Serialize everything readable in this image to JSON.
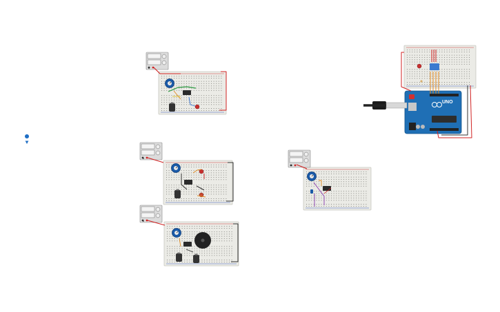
{
  "canvas": {
    "background": "#ffffff"
  },
  "colors": {
    "breadboard": "#ebebe6",
    "breadboard_border": "#c8c8c0",
    "rail_red": "#d04040",
    "rail_blue": "#4060c0",
    "hole": "#8a8a85",
    "wire_red": "#d02020",
    "wire_black": "#303030",
    "wire_orange": "#e08a20",
    "wire_green": "#2a9a40",
    "wire_purple": "#8a3ab0",
    "wire_yellow": "#e0c020",
    "wire_blue": "#3070d0",
    "arduino_blue": "#1f6fb5",
    "pot_blue": "#1a5aa8",
    "led_red": "#c83030",
    "buzzer": "#222222",
    "battery": "#333333",
    "power_supply": "#dcdcdc"
  },
  "arduino": {
    "board_label": "UNO"
  },
  "components": {
    "circuit_1": [
      "power-supply",
      "breadboard",
      "potentiometer",
      "ic-chip",
      "battery",
      "led"
    ],
    "circuit_2": [
      "power-supply",
      "breadboard",
      "potentiometer",
      "ic-chip",
      "battery",
      "led"
    ],
    "circuit_3": [
      "power-supply",
      "breadboard",
      "potentiometer",
      "ic-chip",
      "battery",
      "battery",
      "buzzer"
    ],
    "circuit_4": [
      "power-supply",
      "breadboard",
      "potentiometer",
      "ic-chip",
      "capacitor"
    ],
    "circuit_5": [
      "breadboard",
      "arduino-uno",
      "usb-cable",
      "dip-switch",
      "led"
    ],
    "loose": [
      "map-pin-icon"
    ]
  }
}
